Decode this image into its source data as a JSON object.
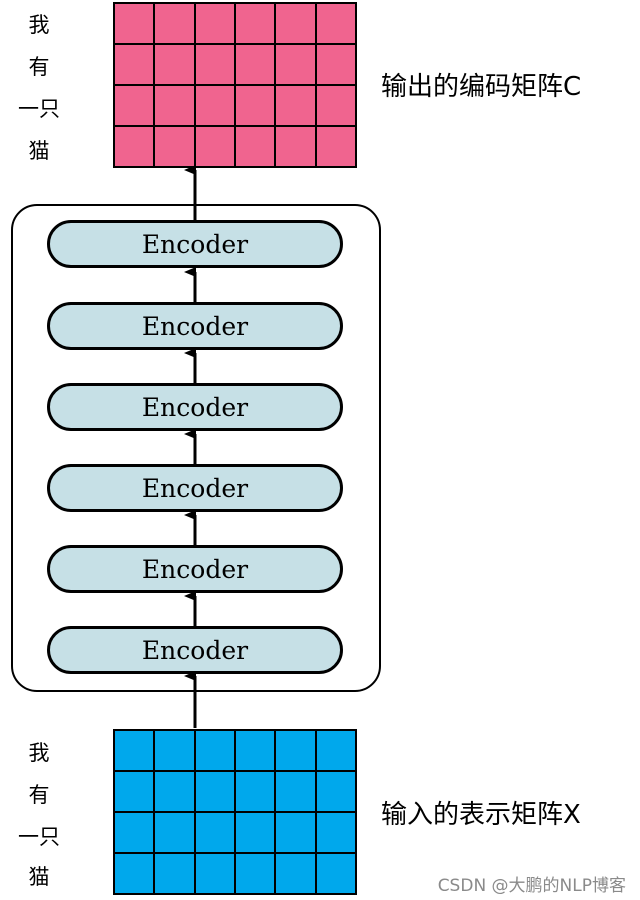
{
  "colors": {
    "output_grid_fill": "#f0648f",
    "input_grid_fill": "#00a8ec",
    "encoder_fill": "#c6e0e6",
    "line": "#000000"
  },
  "output": {
    "tokens": [
      "我",
      "有",
      "一只",
      "猫"
    ],
    "caption": "输出的编码矩阵C",
    "grid_rows": 4,
    "grid_cols": 6
  },
  "encoders": [
    {
      "label": "Encoder"
    },
    {
      "label": "Encoder"
    },
    {
      "label": "Encoder"
    },
    {
      "label": "Encoder"
    },
    {
      "label": "Encoder"
    },
    {
      "label": "Encoder"
    }
  ],
  "input": {
    "tokens": [
      "我",
      "有",
      "一只",
      "猫"
    ],
    "caption": "输入的表示矩阵X",
    "grid_rows": 4,
    "grid_cols": 6
  },
  "watermark": "CSDN @大鹏的NLP博客"
}
